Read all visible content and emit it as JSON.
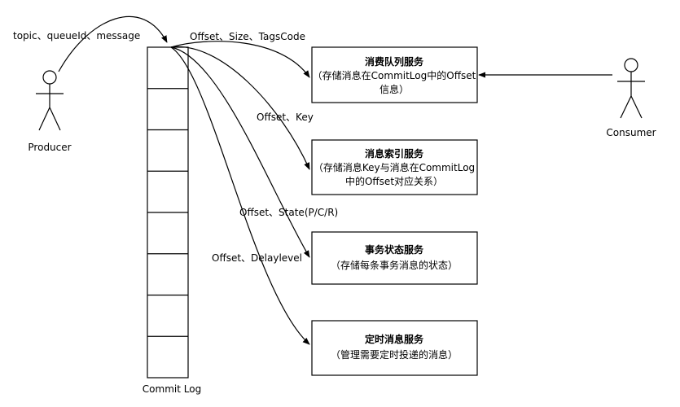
{
  "producer": {
    "label": "Producer"
  },
  "consumer": {
    "label": "Consumer"
  },
  "commit_log": {
    "label": "Commit Log",
    "cells": 8
  },
  "producer_message": "topic、queueId、message",
  "edges": [
    {
      "label": "Offset、Size、TagsCode"
    },
    {
      "label": "Offset、Key"
    },
    {
      "label": "Offset、State(P/C/R)"
    },
    {
      "label": "Offset、Delaylevel"
    }
  ],
  "services": [
    {
      "title": "消费队列服务",
      "desc": [
        "（存储消息在CommitLog中的Offset",
        "信息）"
      ]
    },
    {
      "title": "消息索引服务",
      "desc": [
        "（存储消息Key与消息在CommitLog",
        "中的Offset对应关系）"
      ]
    },
    {
      "title": "事务状态服务",
      "desc": [
        "（存储每条事务消息的状态）"
      ]
    },
    {
      "title": "定时消息服务",
      "desc": [
        "（管理需要定时投递的消息）"
      ]
    }
  ]
}
